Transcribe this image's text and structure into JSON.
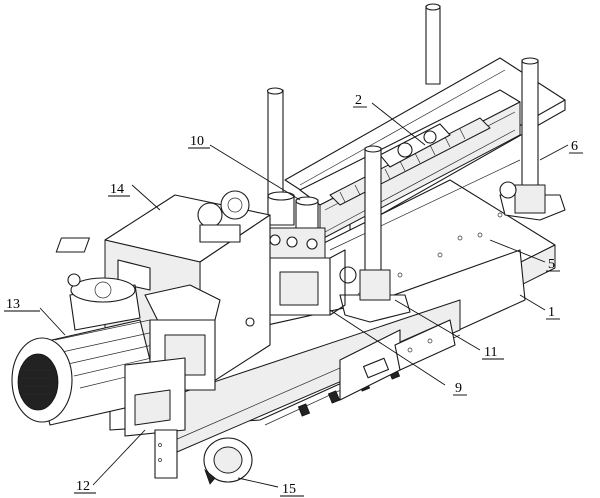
{
  "callouts": [
    {
      "id": "c1",
      "label": "1"
    },
    {
      "id": "c2",
      "label": "2"
    },
    {
      "id": "c5",
      "label": "5"
    },
    {
      "id": "c6",
      "label": "6"
    },
    {
      "id": "c9",
      "label": "9"
    },
    {
      "id": "c10",
      "label": "10"
    },
    {
      "id": "c11",
      "label": "11"
    },
    {
      "id": "c12",
      "label": "12"
    },
    {
      "id": "c13",
      "label": "13"
    },
    {
      "id": "c14",
      "label": "14"
    },
    {
      "id": "c15",
      "label": "15"
    }
  ]
}
